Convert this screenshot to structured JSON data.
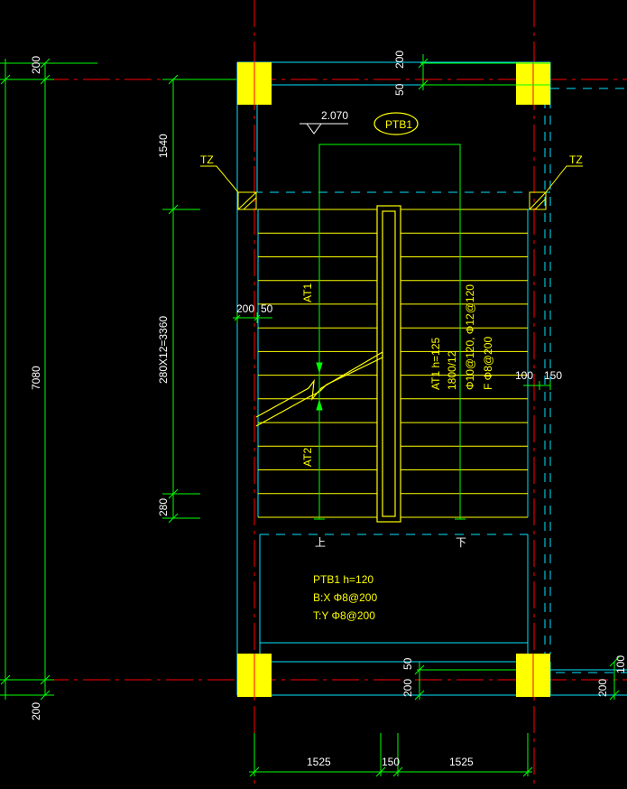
{
  "colors": {
    "background": "#000000",
    "dimension": "#00ff00",
    "axis": "#ff0000",
    "wall": "#00e5ff",
    "stair": "#ffff00",
    "column": "#ffff00",
    "text": "#ffff00",
    "white": "#ffffff"
  },
  "dimensions": {
    "left_top_200": "200",
    "left_total": "7080",
    "left_1540": "1540",
    "left_flight": "280X12=3360",
    "left_280": "280",
    "left_bottom_200": "200",
    "top_200": "200",
    "top_50": "50",
    "wall_200": "200",
    "wall_50": "50",
    "right_100": "100",
    "right_150": "150",
    "bottom_200_left": "200",
    "bottom_50": "50",
    "bottom_200_right": "200",
    "bottom_100": "100",
    "bottom_1525_left": "1525",
    "bottom_150": "150",
    "bottom_1525_right": "1525"
  },
  "labels": {
    "elevation": "2.070",
    "slab_tag": "PTB1",
    "tz_left": "TZ",
    "tz_right": "TZ",
    "at1": "AT1",
    "at2": "AT2",
    "up": "上",
    "down": "下",
    "stair_spec": [
      "AT1 h=125",
      "1800/12",
      "Φ10@120, Φ12@120",
      "F Φ8@200"
    ],
    "slab_spec": [
      "PTB1 h=120",
      "B:X Φ8@200",
      "T:Y Φ8@200"
    ]
  }
}
